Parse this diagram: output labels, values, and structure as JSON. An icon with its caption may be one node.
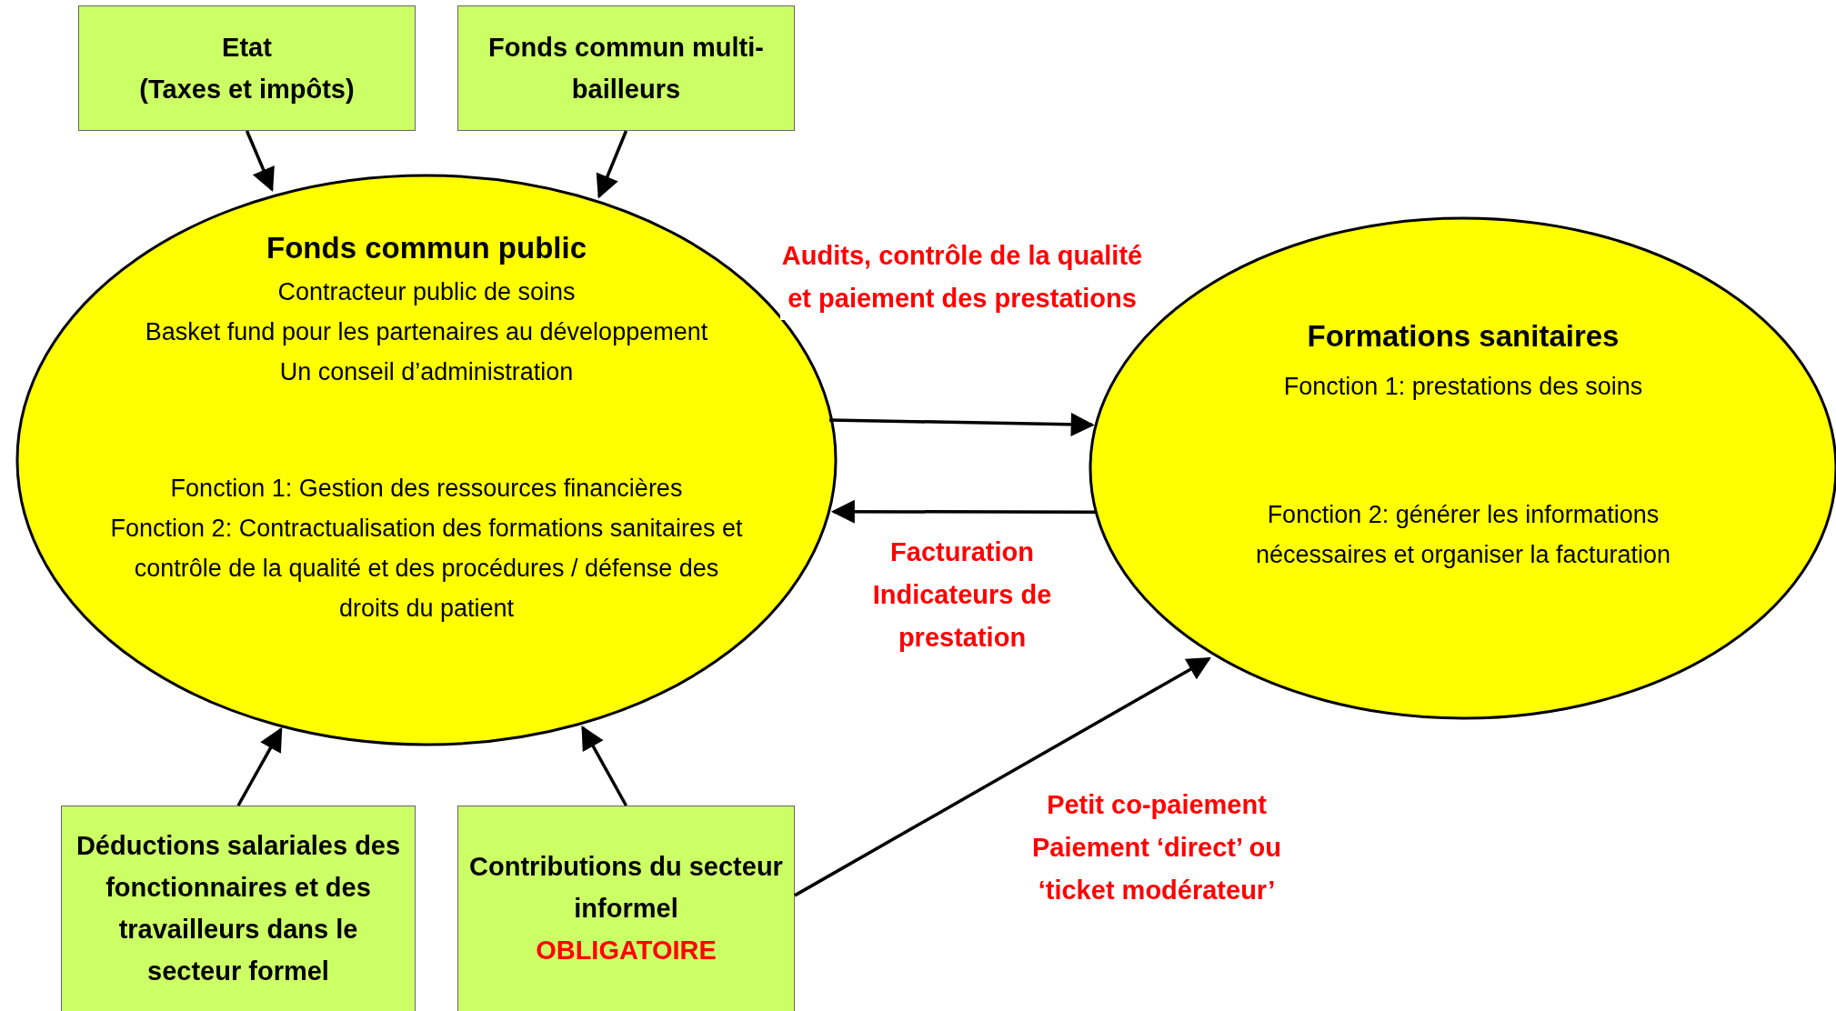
{
  "diagram": {
    "nodes": [
      {
        "text": [
          "Etat",
          "(Taxes et impôts)"
        ]
      },
      {
        "text": [
          "Fonds commun multi-bailleurs"
        ]
      },
      {
        "text": [
          "Fonds commun public",
          "Contracteur public de soins",
          "Basket fund pour les partenaires au développement",
          "Un conseil d’administration",
          "Fonction 1: Gestion des ressources financières",
          "Fonction 2: Contractualisation des formations sanitaires et contrôle de la qualité et des procédures / défense des droits du patient"
        ]
      },
      {
        "text": [
          "Formations sanitaires",
          "Fonction 1: prestations des soins",
          "Fonction 2: générer les informations nécessaires et organiser la facturation"
        ]
      },
      {
        "text": [
          "Déductions salariales des fonctionnaires et des travailleurs dans le secteur formel"
        ]
      },
      {
        "text": [
          "Contributions du secteur informel",
          "OBLIGATOIRE"
        ]
      }
    ],
    "edges": [
      {
        "from": 0,
        "to": 2,
        "arrow": "to"
      },
      {
        "from": 1,
        "to": 2,
        "arrow": "to"
      },
      {
        "from": 4,
        "to": 2,
        "arrow": "to"
      },
      {
        "from": 5,
        "to": 2,
        "arrow": "to"
      },
      {
        "from": 2,
        "to": 3,
        "arrow": "to",
        "label": "Audits, contrôle de la qualité et paiement des prestations"
      },
      {
        "from": 3,
        "to": 2,
        "arrow": "to",
        "label": "Facturation Indicateurs de prestation"
      },
      {
        "from": 5,
        "to": 3,
        "arrow": "to",
        "label": "Petit co-paiement Paiement ‘direct’ ou ‘ticket modérateur’"
      }
    ]
  }
}
